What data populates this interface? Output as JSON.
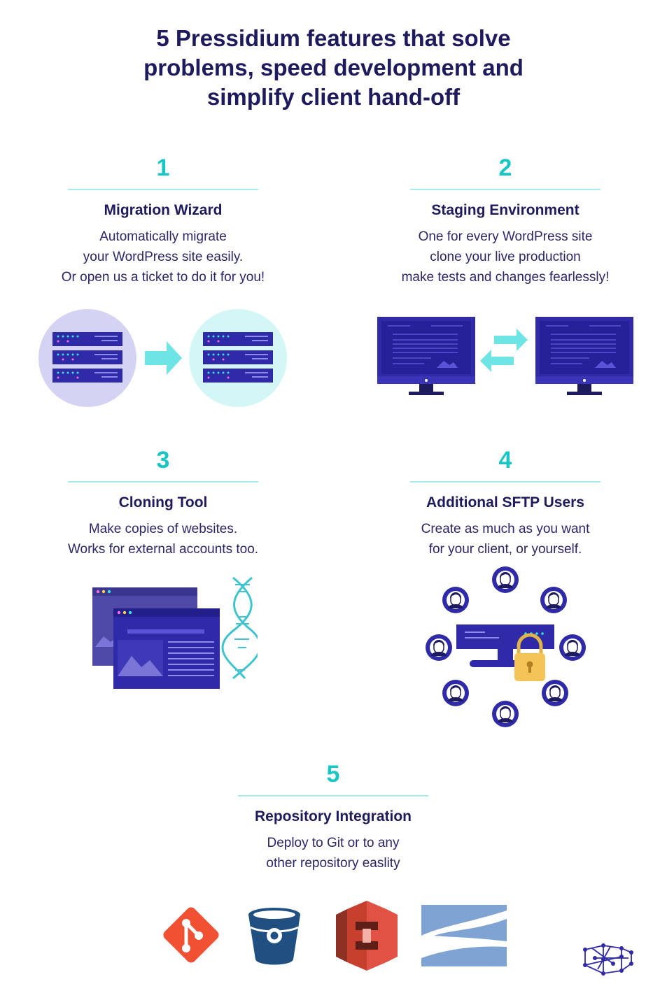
{
  "title": {
    "line1": "5 Pressidium features that solve",
    "line2": "problems, speed development and",
    "line3": "simplify client hand-off"
  },
  "features": [
    {
      "number": "1",
      "name": "Migration Wizard",
      "lines": [
        "Automatically migrate",
        "your WordPress site easily.",
        "Or open us a ticket to do it for you!"
      ]
    },
    {
      "number": "2",
      "name": "Staging Environment",
      "lines": [
        "One for every WordPress site",
        "clone your live production",
        "make tests and changes fearlessly!"
      ]
    },
    {
      "number": "3",
      "name": "Cloning Tool",
      "lines": [
        "Make copies of websites.",
        "Works for external accounts too."
      ]
    },
    {
      "number": "4",
      "name": "Additional SFTP Users",
      "lines": [
        "Create as much as you want",
        "for your client, or yourself."
      ]
    },
    {
      "number": "5",
      "name": "Repository Integration",
      "lines": [
        "Deploy to Git or to any",
        "other repository easlity"
      ]
    }
  ],
  "icons": {
    "migration": [
      "server-stack-icon",
      "arrow-right-icon",
      "server-stack-icon"
    ],
    "staging": [
      "monitor-icon",
      "swap-arrows-icon",
      "monitor-icon"
    ],
    "cloning": [
      "browser-window-icon",
      "dna-icon"
    ],
    "sftp": [
      "server-icon",
      "padlock-icon",
      "user-avatar-icon"
    ],
    "repositories": [
      "git-logo-icon",
      "bitbucket-logo-icon",
      "aws-s3-logo-icon",
      "sftp-logo-icon"
    ],
    "brand": "pressidium-logo-icon"
  },
  "colors": {
    "navy": "#1e1a5e",
    "accent": "#19c6c6",
    "accent_light": "#a7ecec",
    "indigo": "#2f2aa8",
    "git": "#f05133",
    "bitbucket": "#205081",
    "aws": "#c7402d",
    "sftp": "#7fa3d3"
  }
}
